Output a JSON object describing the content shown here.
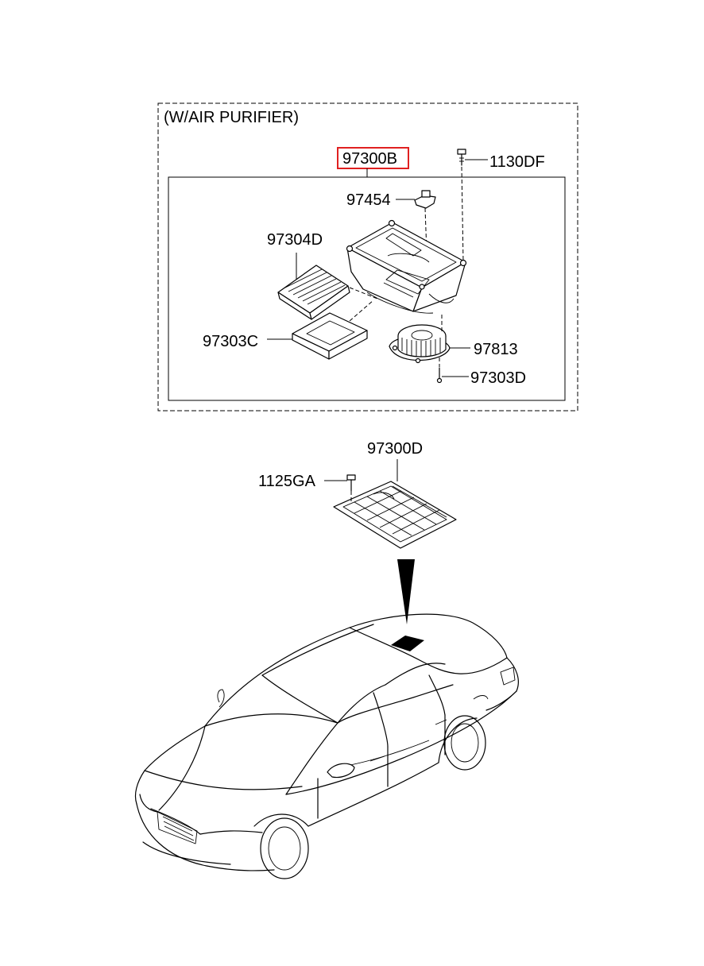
{
  "header": "(W/AIR PURIFIER)",
  "parts": {
    "assembly": "97300B",
    "bolt_top": "1130DF",
    "actuator": "97454",
    "filter": "97304D",
    "filter_case": "97303C",
    "blower_motor": "97813",
    "screw": "97303D",
    "cover": "97300D",
    "cover_bolt": "1125GA"
  },
  "colors": {
    "highlight": "#e02020",
    "line": "#000000"
  }
}
